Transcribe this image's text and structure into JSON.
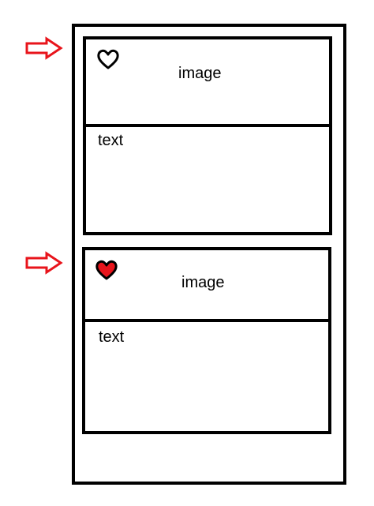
{
  "cards": [
    {
      "image_label": "image",
      "text_label": "text",
      "heart_icon": "heart-outline-icon",
      "liked": false
    },
    {
      "image_label": "image",
      "text_label": "text",
      "heart_icon": "heart-filled-icon",
      "liked": true
    }
  ],
  "colors": {
    "heart_fill": "#e8141b",
    "arrow_stroke": "#e8141b",
    "outline": "#000000",
    "background": "#ffffff"
  }
}
